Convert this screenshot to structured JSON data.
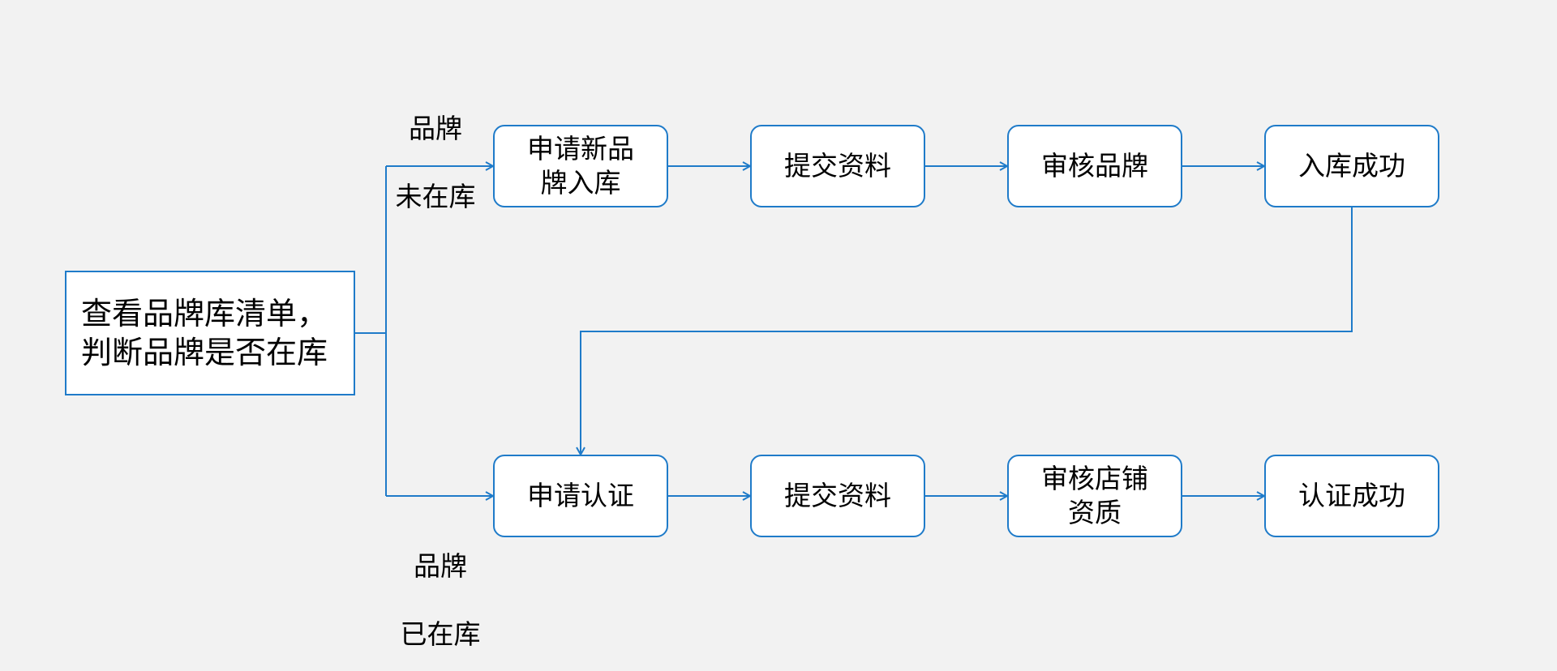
{
  "start": {
    "line1": "查看品牌库清单，",
    "line2": "判断品牌是否在库"
  },
  "branches": {
    "not_in_library": {
      "line1": "品牌",
      "line2": "未在库"
    },
    "in_library": {
      "line1": "品牌",
      "line2": "已在库"
    }
  },
  "top_row": [
    "申请新品\n牌入库",
    "提交资料",
    "审核品牌",
    "入库成功"
  ],
  "bottom_row": [
    "申请认证",
    "提交资料",
    "审核店铺\n资质",
    "认证成功"
  ],
  "colors": {
    "line": "#1f7bc9",
    "background": "#f2f2f2",
    "box_fill": "#ffffff"
  }
}
